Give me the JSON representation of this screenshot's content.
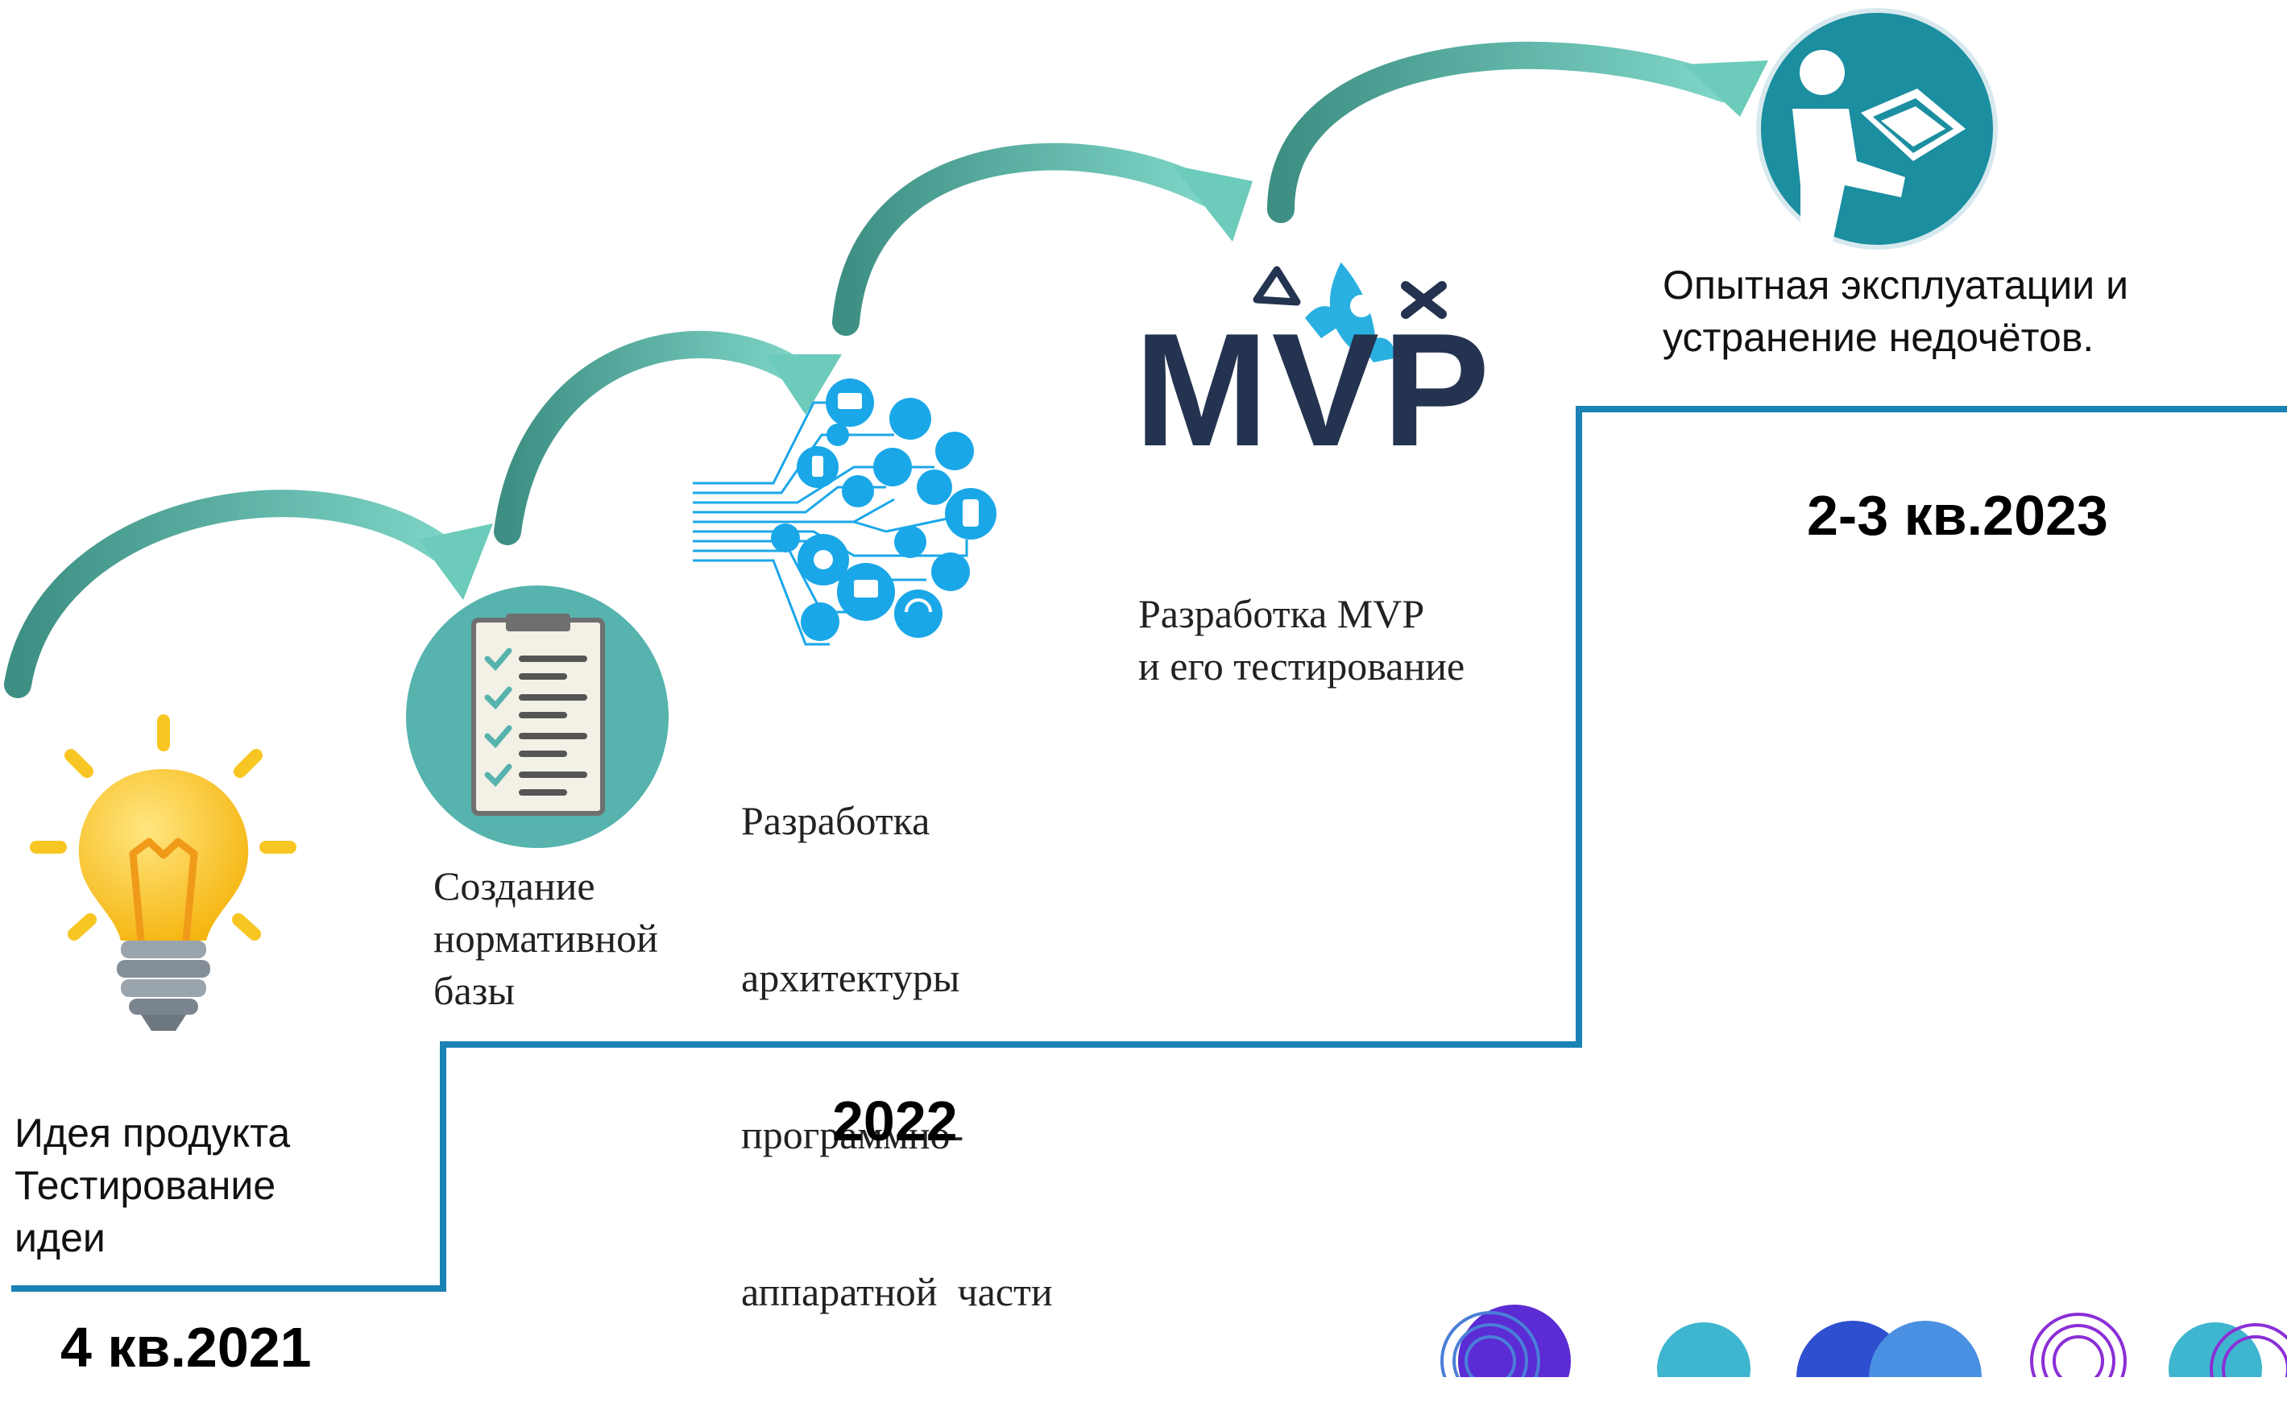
{
  "stages": [
    {
      "id": "idea",
      "lines": [
        "Идея продукта",
        "Тестирование",
        "идеи"
      ]
    },
    {
      "id": "normative",
      "lines": [
        "Создание",
        "нормативной",
        "базы"
      ]
    },
    {
      "id": "architecture",
      "lines": [
        "Разработка",
        "архитектуры",
        "программно-",
        "аппаратной  части"
      ]
    },
    {
      "id": "mvp",
      "lines": [
        "Разработка MVP",
        "и его тестирование"
      ]
    },
    {
      "id": "operation",
      "lines": [
        "Опытная эксплуатации и",
        "устранение недочётов."
      ]
    }
  ],
  "periods": [
    "4 кв.2021",
    "2022",
    "2-3 кв.2023"
  ],
  "mvp_logo": "MVP",
  "icons": [
    "lightbulb-icon",
    "checklist-icon",
    "network-icon",
    "rocket-icon",
    "reading-person-icon"
  ],
  "colors": {
    "step_line": "#1a82b4",
    "arrow": "#5fb8a6",
    "arrow_dark": "#3d8f83",
    "bulb": "#f7c623",
    "checklist_bg": "#56b3ad",
    "network": "#1aa7e8",
    "mvp_text": "#24334f",
    "rocket": "#2ab0e0",
    "reader_bg": "#1b8ea0"
  }
}
